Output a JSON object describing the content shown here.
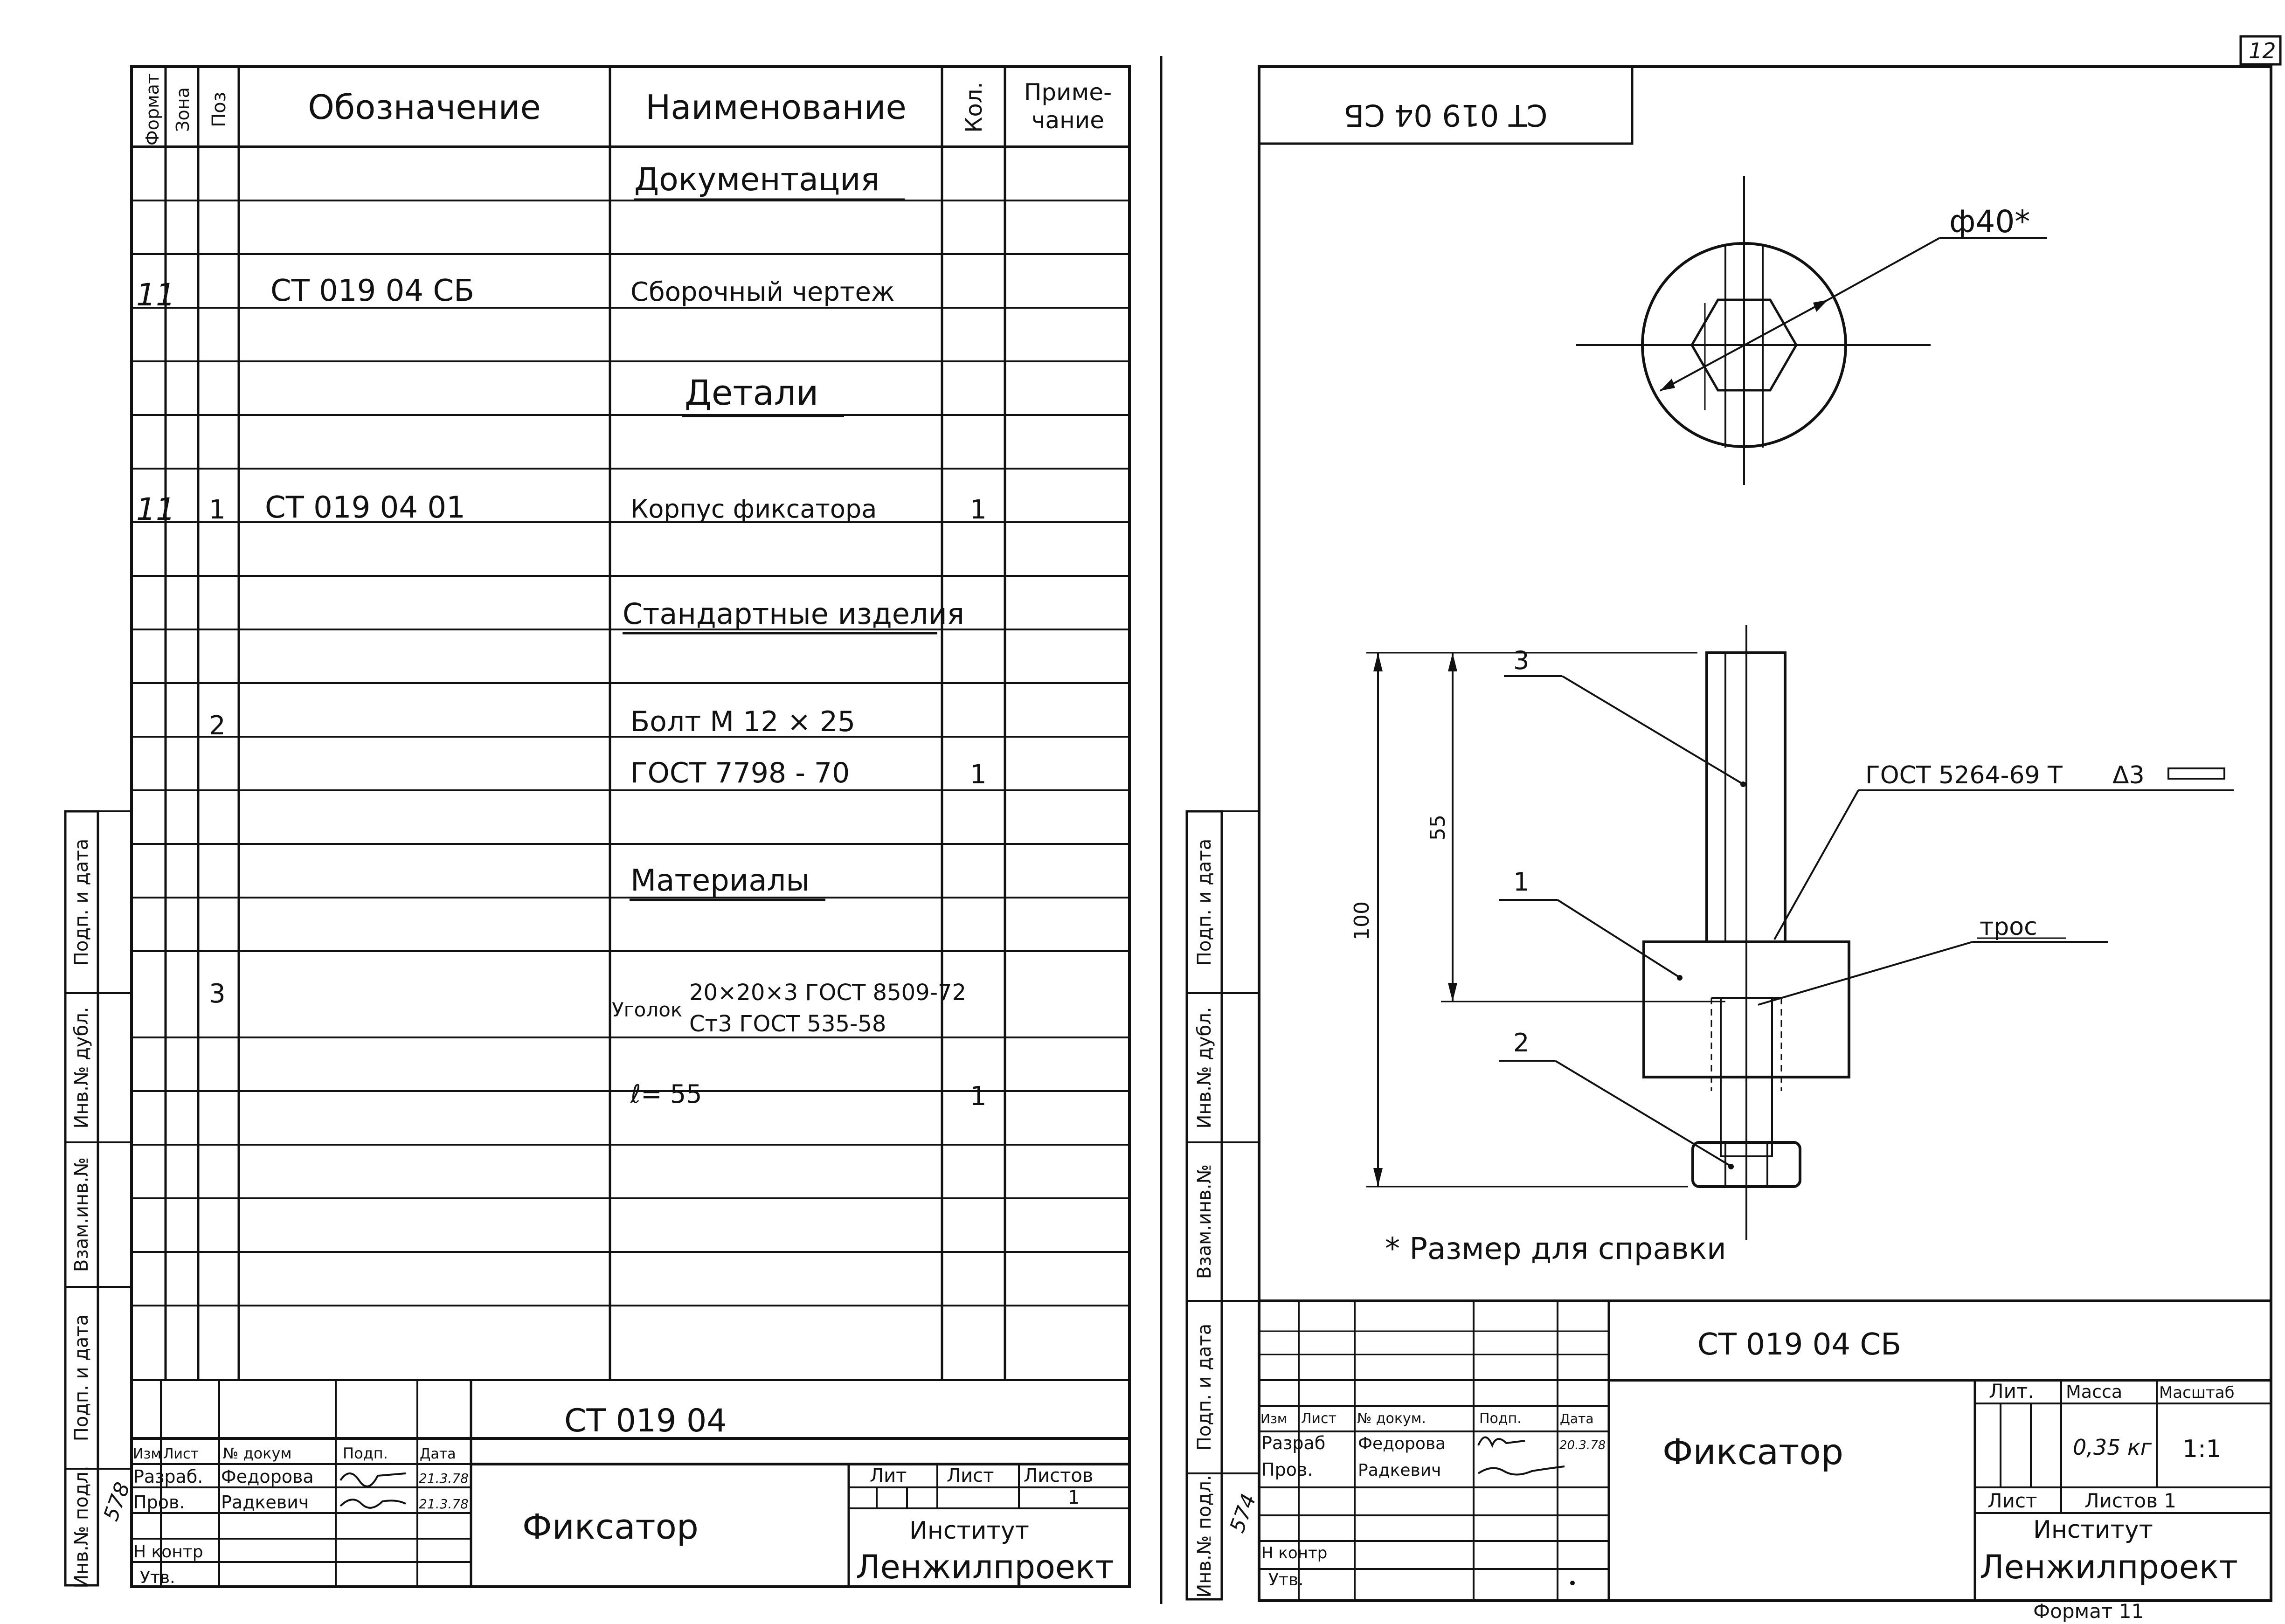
{
  "spec": {
    "headers": {
      "format": "Формат",
      "zone": "Зона",
      "pos": "Поз",
      "designation": "Обозначение",
      "name": "Наименование",
      "qty": "Кол.",
      "note_line1": "Приме-",
      "note_line2": "чание"
    },
    "sections": {
      "documentation": "Документация",
      "parts": "Детали",
      "standard": "Стандартные изделия",
      "materials": "Материалы"
    },
    "rows": {
      "doc_format": "11",
      "doc_designation": "СТ 019 04 СБ",
      "doc_name": "Сборочный чертеж",
      "part_format": "11",
      "part_pos": "1",
      "part_designation": "СТ 019 04 01",
      "part_name": "Корпус фиксатора",
      "part_qty": "1",
      "bolt_pos": "2",
      "bolt_name": "Болт М 12 × 25",
      "bolt_std": "ГОСТ 7798 - 70",
      "bolt_qty": "1",
      "angle_pos": "3",
      "angle_prefix": "Уголок",
      "angle_spec_top": "20×20×3 ГОСТ 8509-72",
      "angle_spec_bottom": "Ст3 ГОСТ 535-58",
      "angle_length": "ℓ= 55",
      "angle_qty": "1"
    },
    "side_labels": {
      "sign_date": "Подп. и дата",
      "inv_dup": "Инв.№ дубл.",
      "repl_inv": "Взам.инв.№",
      "sign_date2": "Подп. и дата",
      "inv_orig": "Инв.№ подл."
    },
    "handwritten_number": "578",
    "title_block": {
      "code": "СТ 019 04",
      "title": "Фиксатор",
      "col_izm": "Изм",
      "col_list": "Лист",
      "col_doc": "№ докум",
      "col_sign": "Подп.",
      "col_date": "Дата",
      "role_dev": "Разраб.",
      "name_dev": "Федорова",
      "date_dev": "21.3.78",
      "role_check": "Пров.",
      "name_check": "Радкевич",
      "date_check": "21.3.78",
      "role_nkontr": "Н контр",
      "role_appr": "Утв.",
      "lit": "Лит",
      "sheet": "Лист",
      "sheets": "Листов",
      "sheets_val": "1",
      "institute": "Институт",
      "org": "Ленжилпроект"
    }
  },
  "drawing": {
    "page_number": "12",
    "top_code": "СТ 019 04 СБ",
    "diameter": "ф40*",
    "leader_3": "3",
    "leader_1": "1",
    "leader_2": "2",
    "dim_55": "55",
    "dim_100": "100",
    "weld_std": "ГОСТ 5264-69 Т",
    "weld_sym": "Δ3",
    "cable": "трос",
    "footnote": "* Размер для справки",
    "side_labels": {
      "sign_date": "Подп. и дата",
      "inv_dup": "Инв.№ дубл.",
      "repl_inv": "Взам.инв.№",
      "sign_date2": "Подп. и дата",
      "inv_orig": "Инв.№ подл."
    },
    "handwritten_number": "574",
    "title_block": {
      "code": "СТ 019 04 СБ",
      "title": "Фиксатор",
      "col_izm": "Изм",
      "col_list": "Лист",
      "col_doc": "№ докум.",
      "col_sign": "Подп.",
      "col_date": "Дата",
      "role_dev": "Разраб",
      "name_dev": "Федорова",
      "date_dev": "20.3.78",
      "role_check": "Пров.",
      "name_check": "Радкевич",
      "role_nkontr": "Н контр",
      "role_appr": "Утв.",
      "lit": "Лит.",
      "mass": "Масса",
      "scale": "Масштаб",
      "mass_val": "0,35 кг",
      "scale_val": "1:1",
      "sheet": "Лист",
      "sheets": "Листов 1",
      "institute": "Институт",
      "org": "Ленжилпроект",
      "format_label": "Формат 11"
    }
  }
}
